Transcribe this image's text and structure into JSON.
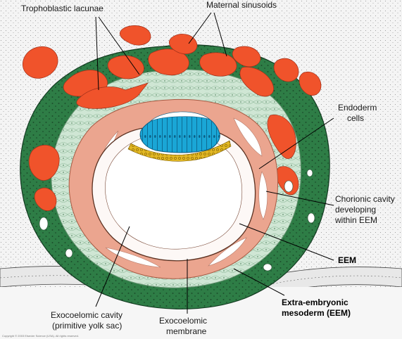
{
  "labels": {
    "trophoblastic_lacunae": "Trophoblastic lacunae",
    "maternal_sinusoids": "Maternal sinusoids",
    "endoderm_line1": "Endoderm",
    "endoderm_line2": "cells",
    "chorionic_line1": "Chorionic cavity",
    "chorionic_line2": "developing",
    "chorionic_line3": "within EEM",
    "eem": "EEM",
    "eem_full_line1": "Extra-embryonic",
    "eem_full_line2": "mesoderm (EEM)",
    "exocoelomic_cavity_line1": "Exocoelomic cavity",
    "exocoelomic_cavity_line2": "(primitive yolk sac)",
    "exocoelomic_membrane_line1": "Exocoelomic",
    "exocoelomic_membrane_line2": "membrane"
  },
  "copyright": "Copyright © 2003 Elsevier Science (USA). All rights reserved.",
  "colors": {
    "maternal_blood": "#f0532b",
    "syncytiotrophoblast": "#2e7d46",
    "cytotrophoblast": "#cfe6d4",
    "eem": "#eba58f",
    "epiblast": "#1aa6d6",
    "hypoblast": "#e2b824",
    "endometrium": "#f4f4f4"
  }
}
